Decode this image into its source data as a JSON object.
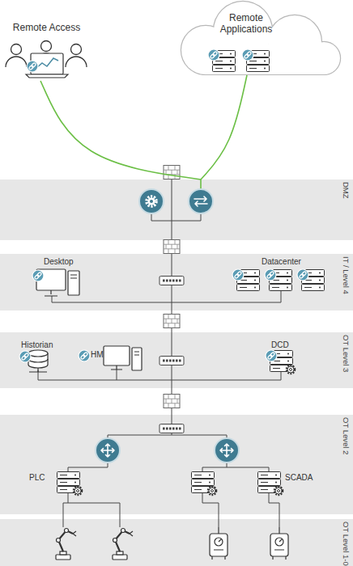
{
  "diagram": {
    "nodes": [
      {
        "text": [
          "Remote Access"
        ]
      },
      {
        "text": [
          "Remote Applications"
        ]
      },
      {
        "text": [
          "DMZ"
        ]
      },
      {
        "text": [
          "IT / Level 4"
        ]
      },
      {
        "text": [
          "Desktop"
        ],
        "in": 3
      },
      {
        "text": [
          "Datacenter"
        ],
        "in": 3
      },
      {
        "text": [
          "OT Level 3"
        ]
      },
      {
        "text": [
          "Historian"
        ],
        "in": 6
      },
      {
        "text": [
          "HMI"
        ],
        "in": 6
      },
      {
        "text": [
          "DCD"
        ],
        "in": 6
      },
      {
        "text": [
          "OT Level 2"
        ]
      },
      {
        "text": [
          "PLC"
        ],
        "in": 10
      },
      {
        "text": [
          "SCADA"
        ],
        "in": 10
      },
      {
        "text": [
          "OT Level 1-0"
        ]
      }
    ],
    "edges": [
      {
        "from": 0,
        "to": 2,
        "arrow": "none"
      },
      {
        "from": 1,
        "to": 2,
        "arrow": "none"
      }
    ]
  }
}
